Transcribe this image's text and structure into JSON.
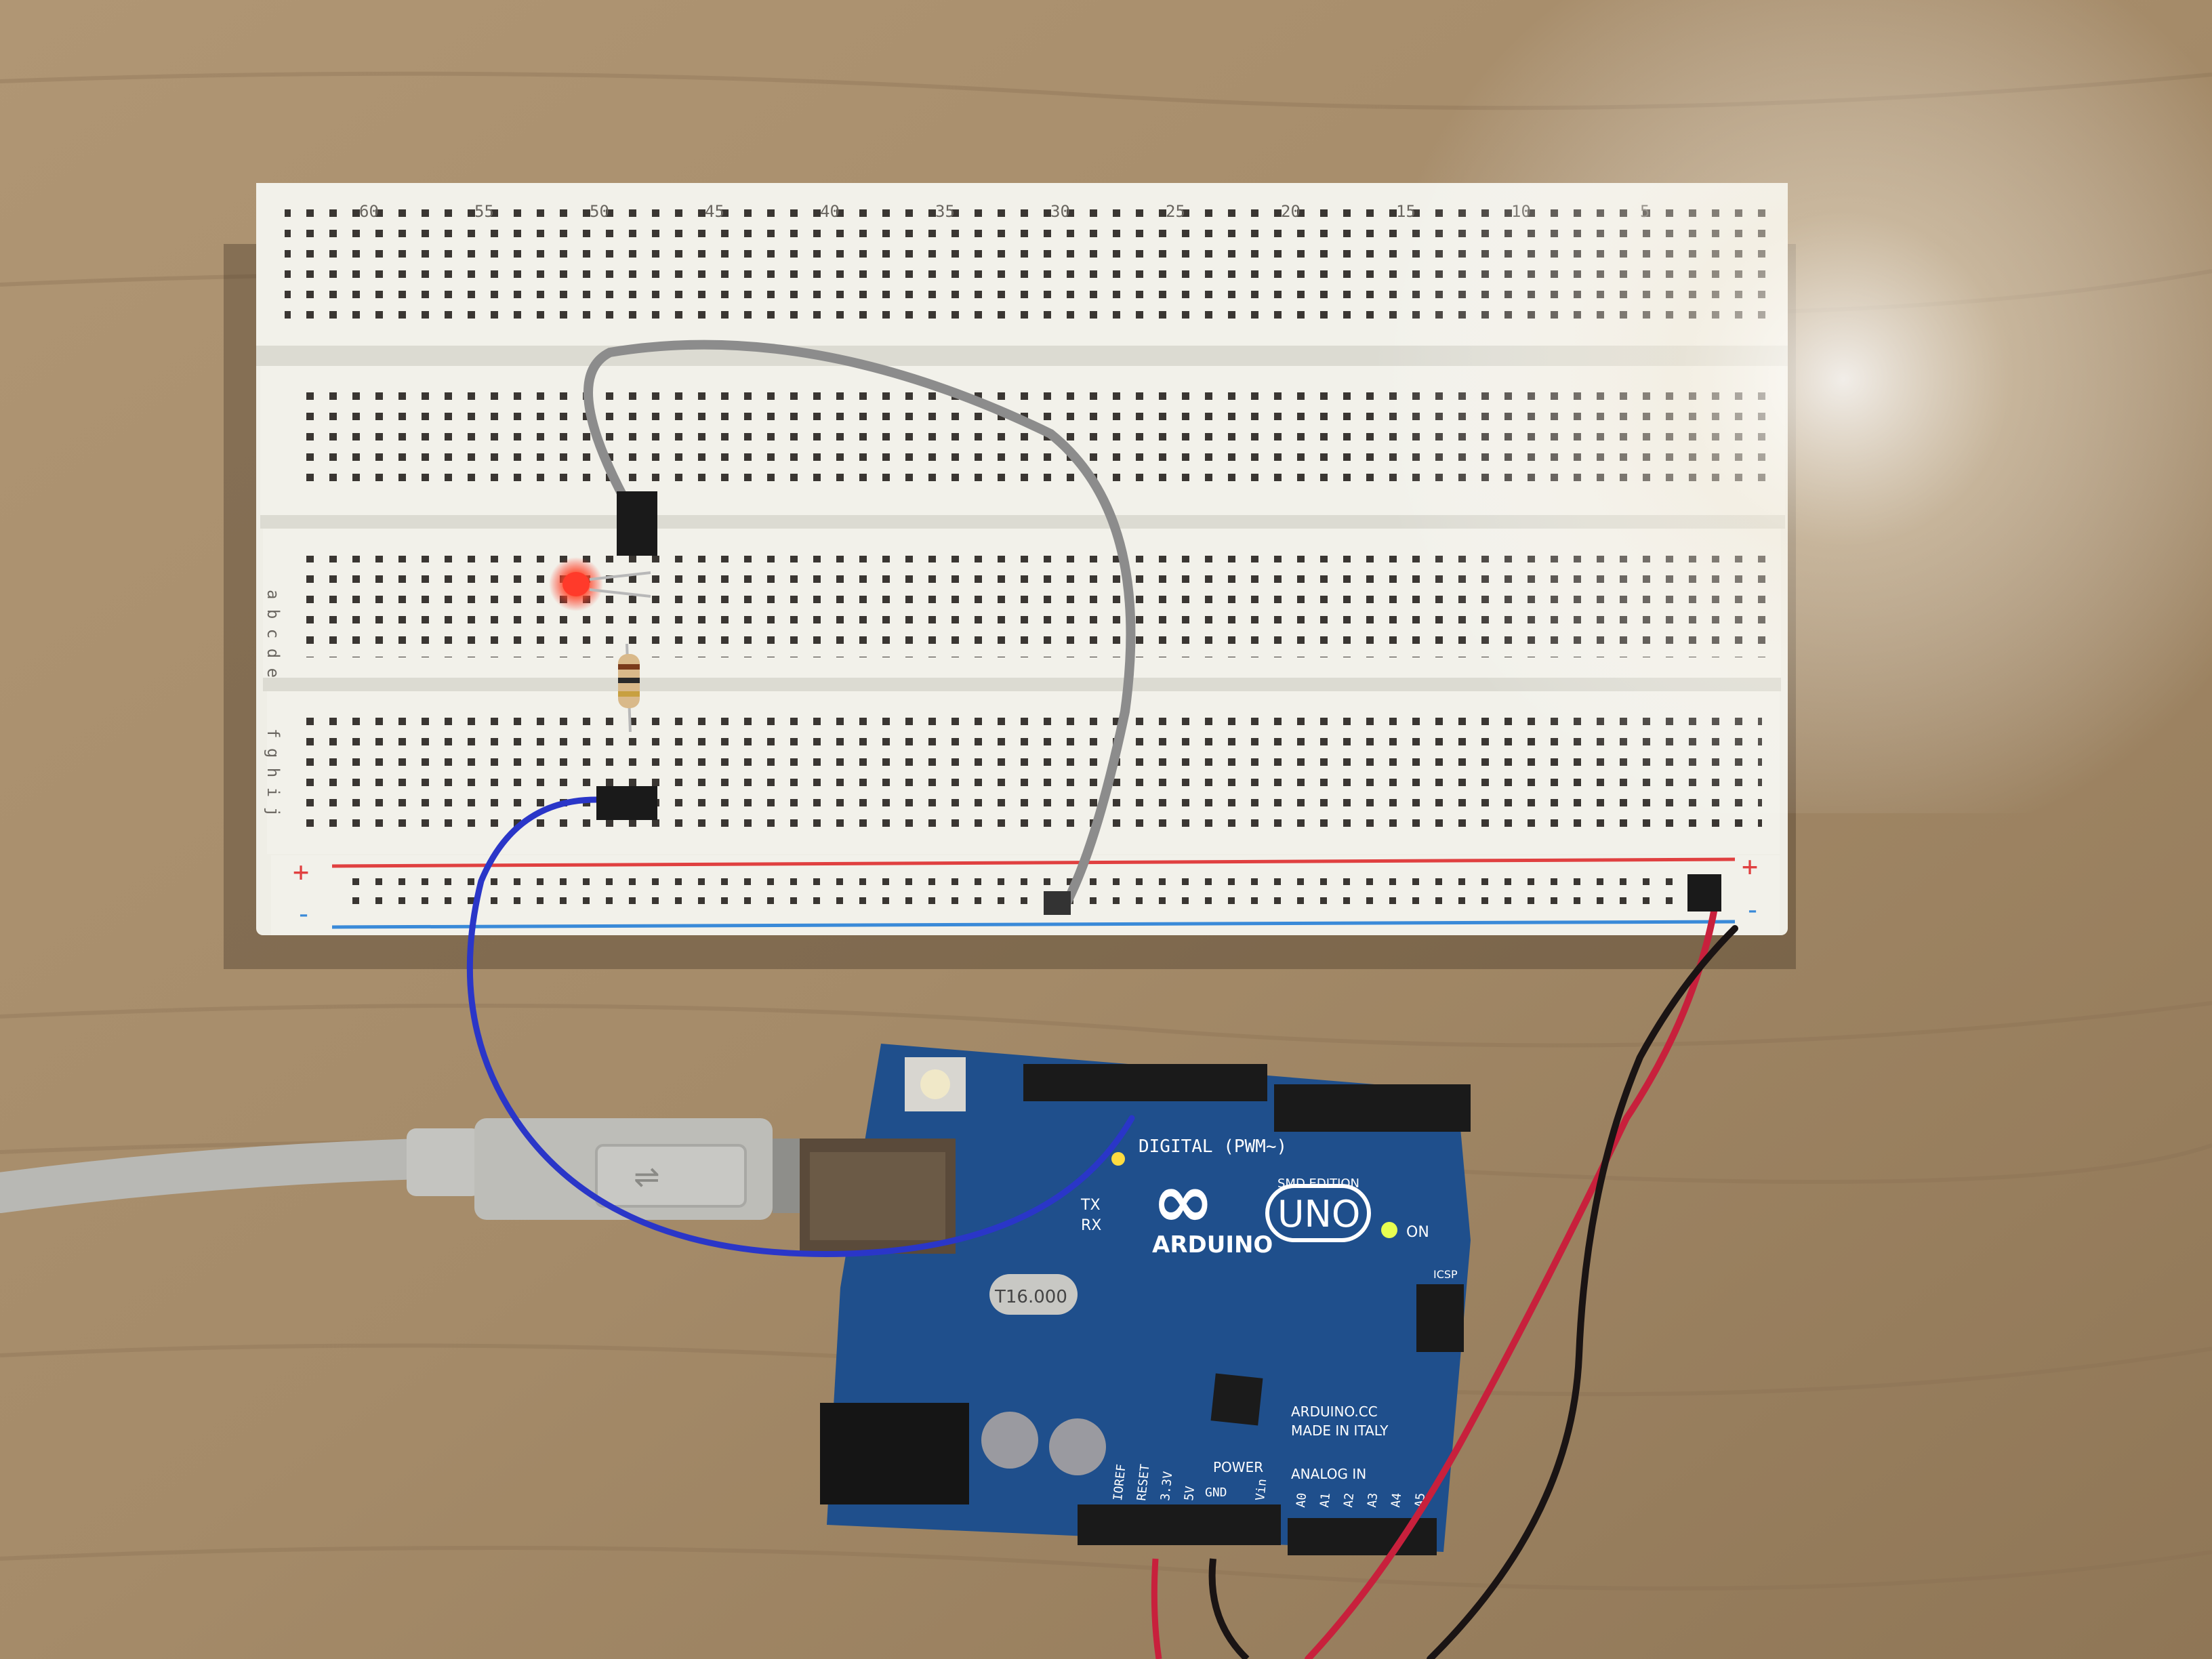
{
  "breadboard": {
    "columns_top": [
      "60",
      "55",
      "50",
      "45",
      "40",
      "35",
      "30",
      "25",
      "20",
      "15",
      "10",
      "5"
    ],
    "row_letters_left": "a b c d e",
    "row_letters_right": "f g h i j",
    "plus": "+",
    "minus": "-"
  },
  "arduino": {
    "brand": "ARDUINO",
    "model": "UNO",
    "edition": "SMD EDITION",
    "digital_label": "DIGITAL (PWM~)",
    "power_label": "POWER",
    "analog_label": "ANALOG IN",
    "on_label": "ON",
    "tx_label": "TX",
    "rx_label": "RX",
    "crystal_label": "T16.000",
    "icsp_label": "ICSP",
    "site_label": "ARDUINO.CC",
    "made_label": "MADE IN ITALY",
    "ioref": "IOREF",
    "reset": "RESET",
    "v33": "3.3V",
    "v5": "5V",
    "gnd": "GND",
    "vin": "Vin",
    "a0": "A0",
    "a1": "A1",
    "a2": "A2",
    "a3": "A3",
    "a4": "A4",
    "a5": "A5"
  },
  "colors": {
    "wood": "#a88f70",
    "breadboard": "#efeee6",
    "board_blue": "#1f4f8c",
    "wire_gray": "#8c8c8c",
    "wire_blue": "#2a36c8",
    "wire_red": "#c8203c",
    "wire_black": "#1a1414",
    "led_red": "#ff3a2a",
    "rail_red": "#e04040",
    "rail_blue": "#3a8ad8"
  }
}
